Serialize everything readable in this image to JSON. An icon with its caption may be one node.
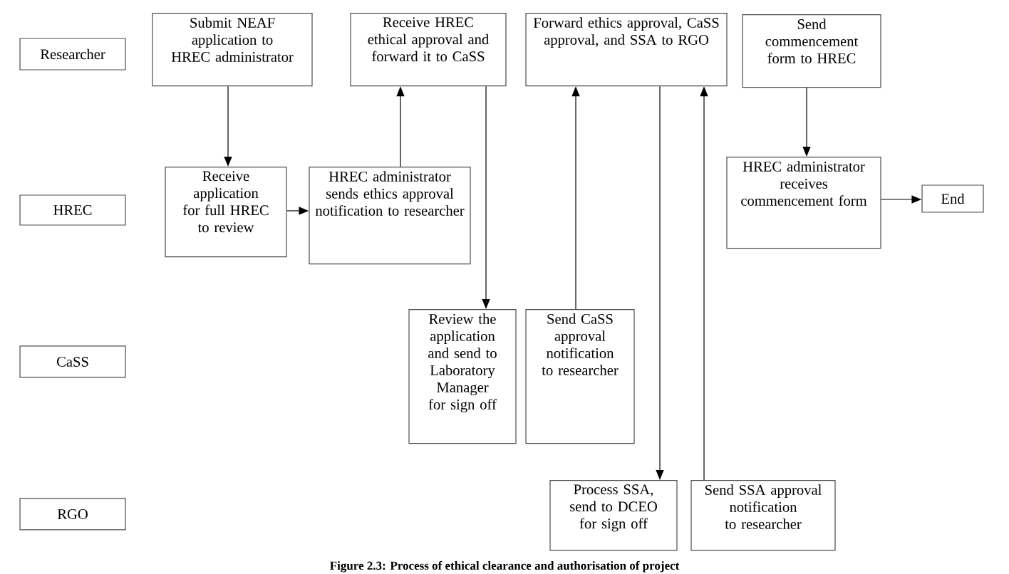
{
  "diagram": {
    "caption": "Figure 2.3: Process of ethical clearance and authorisation of project",
    "nodes": [
      {
        "text": [
          "Researcher"
        ]
      },
      {
        "text": [
          "HREC"
        ]
      },
      {
        "text": [
          "CaSS"
        ]
      },
      {
        "text": [
          "RGO"
        ]
      },
      {
        "text": [
          "Submit NEAF application to HREC administrator"
        ]
      },
      {
        "text": [
          "Receive HREC ethical approval and forward it to CaSS"
        ]
      },
      {
        "text": [
          "Forward ethics approval, CaSS approval, and SSA to RGO"
        ]
      },
      {
        "text": [
          "Send commencement form to HREC"
        ]
      },
      {
        "text": [
          "Receive application for full HREC to review"
        ]
      },
      {
        "text": [
          "HREC administrator sends ethics approval notification to researcher"
        ]
      },
      {
        "text": [
          "HREC administrator receives commencement form"
        ]
      },
      {
        "text": [
          "End"
        ]
      },
      {
        "text": [
          "Review the application and send to Laboratory Manager for sign off"
        ]
      },
      {
        "text": [
          "Send CaSS approval notification to researcher"
        ]
      },
      {
        "text": [
          "Process SSA, send to DCEO for sign off"
        ]
      },
      {
        "text": [
          "Send SSA approval notification to researcher"
        ]
      }
    ],
    "edges": [
      {
        "from": 4,
        "to": 8,
        "arrow": "to"
      },
      {
        "from": 8,
        "to": 9,
        "arrow": "to"
      },
      {
        "from": 9,
        "to": 5,
        "arrow": "to"
      },
      {
        "from": 5,
        "to": 12,
        "arrow": "to"
      },
      {
        "from": 13,
        "to": 6,
        "arrow": "to"
      },
      {
        "from": 6,
        "to": 14,
        "arrow": "to"
      },
      {
        "from": 15,
        "to": 6,
        "arrow": "to"
      },
      {
        "from": 7,
        "to": 10,
        "arrow": "to"
      },
      {
        "from": 10,
        "to": 11,
        "arrow": "to"
      }
    ]
  }
}
